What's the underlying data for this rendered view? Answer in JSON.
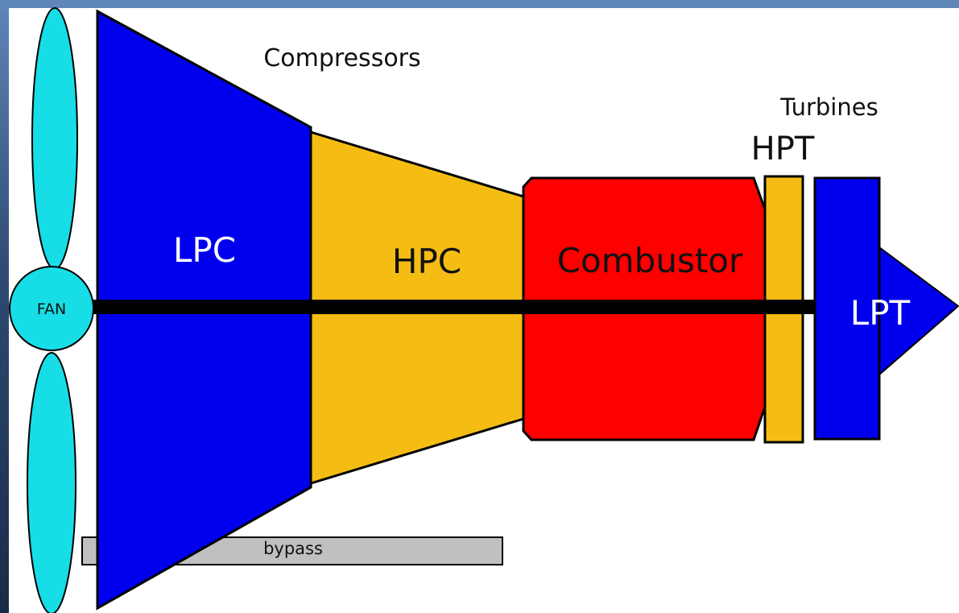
{
  "diagram": {
    "labels": {
      "fan": "FAN",
      "lpc": "LPC",
      "hpc": "HPC",
      "combustor": "Combustor",
      "hpt": "HPT",
      "lpt": "LPT",
      "compressors": "Compressors",
      "turbines": "Turbines",
      "bypass": "bypass"
    },
    "colors": {
      "background": "#ffffff",
      "fan": "#17dde6",
      "lpc": "#0000ee",
      "hpc": "#f5bd14",
      "combustor": "#ff0000",
      "hpt": "#f5bd14",
      "lpt": "#0000ee",
      "shaft": "#000000",
      "bypass": "#c0c0c0",
      "slide_frame": "#3f6496"
    }
  }
}
